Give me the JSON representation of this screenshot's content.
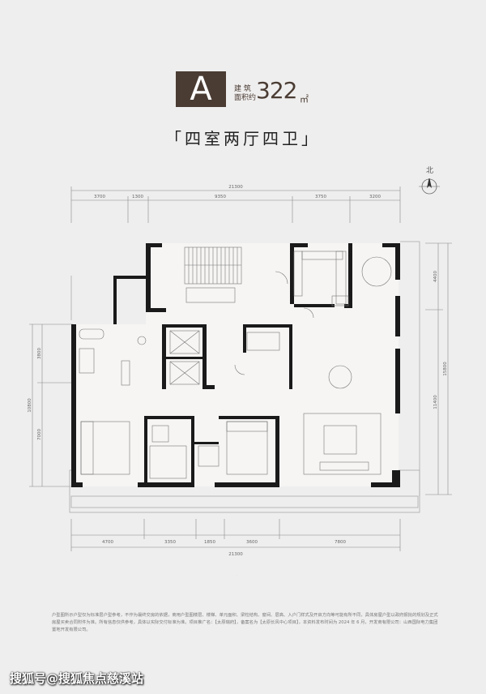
{
  "unit": {
    "letter": "A",
    "area_label_line1": "建 筑",
    "area_label_line2": "面积约",
    "area_value": "322",
    "area_unit": "㎡",
    "layout": "「四室两厅四卫」"
  },
  "compass": {
    "north": "北"
  },
  "dimensions": {
    "top_total": "21300",
    "top_segments": [
      "3700",
      "1300",
      "9350",
      "3750",
      "3200"
    ],
    "bottom_segments": [
      "4700",
      "3350",
      "1850",
      "3600",
      "7800"
    ],
    "bottom_total": "21300",
    "left_segments": [
      "3800",
      "7000"
    ],
    "left_total": "10800",
    "right_segments": [
      "4400",
      "11400"
    ],
    "right_total": "15800"
  },
  "disclaimer": "户型图所示户型仅为标准层户型参考，不作为最终交房的依据，商用户型图楼层、楼梯、单元面积、梁柱结构、窗间、层高、入户门样式及开启方向等可能有所不同，具体房屋户型以政府报批的规划及正式房屋买卖合同附件为准。所有信息仅供参考，具体以实际交付标准为准。项目推广名：【太原瑞府】，备案名为【太原长风中心项目】，本资料发布时间为 2024 年 6 月，开发商有限公司：山西国际电力集团置地开发有限公司。",
  "watermark": "搜狐号@搜狐焦点慈溪站"
}
